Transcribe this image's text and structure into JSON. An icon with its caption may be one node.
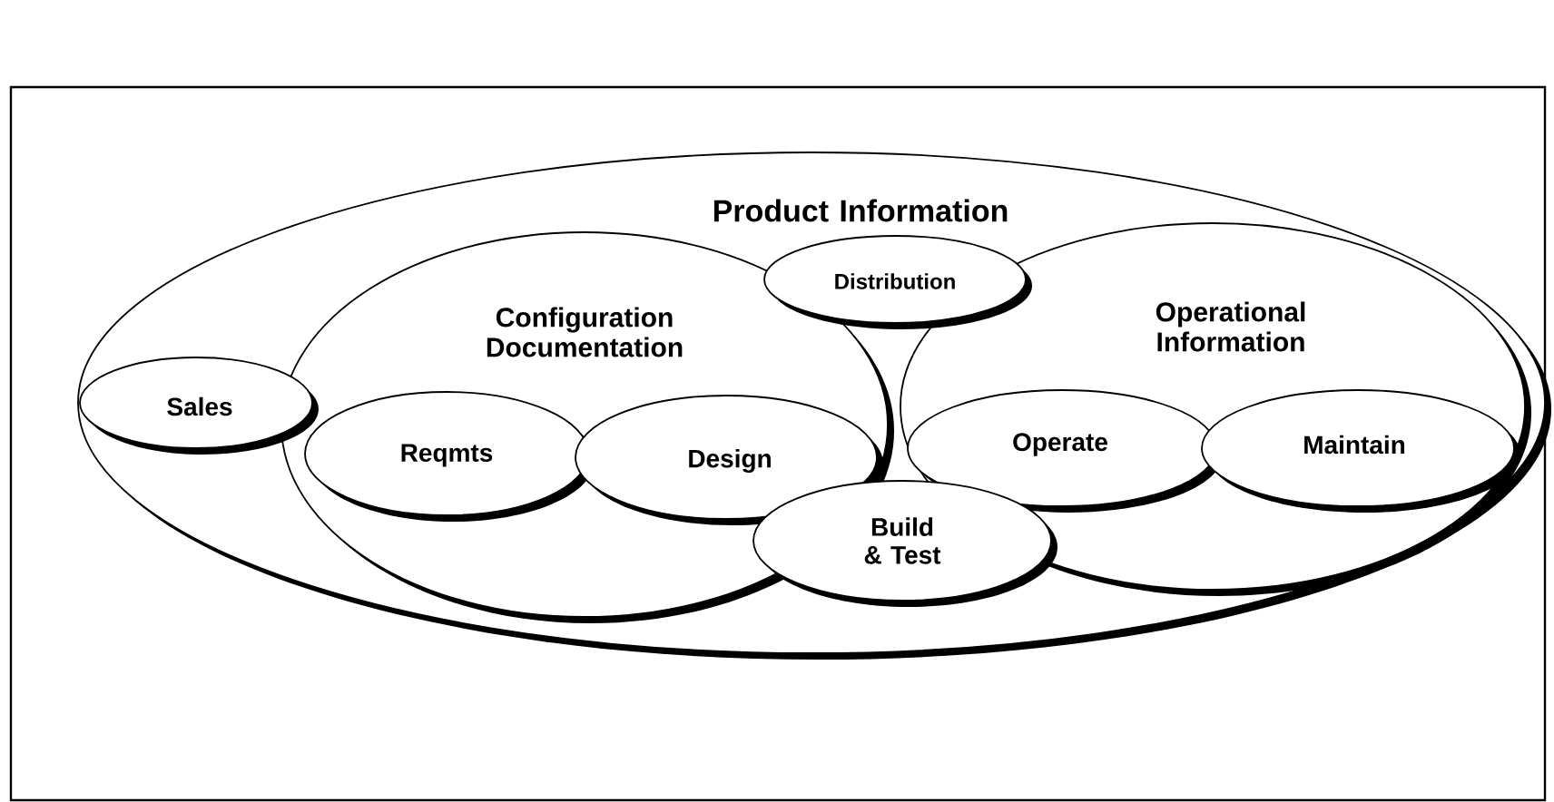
{
  "diagram": {
    "nodes": [
      {
        "text": [
          "Product Information"
        ]
      },
      {
        "text": [
          "Configuration Documentation"
        ],
        "in": 0
      },
      {
        "text": [
          "Distribution"
        ],
        "in": 0
      },
      {
        "text": [
          "Operational Information"
        ],
        "in": 0
      },
      {
        "text": [
          "Sales"
        ],
        "in": 0
      },
      {
        "text": [
          "Reqmts"
        ],
        "in": 1
      },
      {
        "text": [
          "Design"
        ],
        "in": 1
      },
      {
        "text": [
          "Operate"
        ],
        "in": 3
      },
      {
        "text": [
          "Maintain"
        ],
        "in": 3
      },
      {
        "text": [
          "Build & Test"
        ],
        "in": 0
      }
    ]
  }
}
